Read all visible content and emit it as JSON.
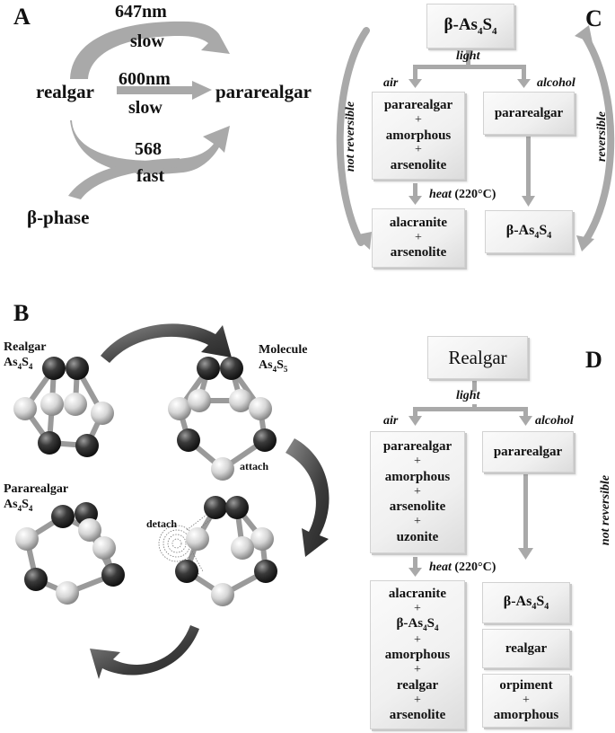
{
  "panel_labels": {
    "a": "A",
    "b": "B",
    "c": "C",
    "d": "D"
  },
  "panel_a": {
    "source_left": "realgar",
    "target": "pararealgar",
    "source_bottom": "β-phase",
    "top_arrow": {
      "wavelength": "647nm",
      "speed": "slow"
    },
    "middle_arrow": {
      "wavelength": "600nm",
      "speed": "slow"
    },
    "bottom_arrow": {
      "wavelength": "568",
      "speed": "fast"
    }
  },
  "panel_b": {
    "realgar": {
      "name": "Realgar",
      "formula": {
        "a": "As",
        "n1": "4",
        "b": "S",
        "n2": "4"
      }
    },
    "molecule": {
      "name": "Molecule",
      "formula": {
        "a": "As",
        "n1": "4",
        "b": "S",
        "n2": "5"
      }
    },
    "pararealgar": {
      "name": "Pararealgar",
      "formula": {
        "a": "As",
        "n1": "4",
        "b": "S",
        "n2": "4"
      }
    },
    "attach_label": "attach",
    "detach_label": "detach"
  },
  "panel_c": {
    "top": {
      "prefix": "β-",
      "a": "As",
      "n1": "4",
      "b": "S",
      "n2": "4"
    },
    "light": "light",
    "air": "air",
    "alcohol": "alcohol",
    "left_items": [
      "pararealgar",
      "+",
      "amorphous",
      "+",
      "arsenolite"
    ],
    "right_item": "pararealgar",
    "heat_word": "heat",
    "heat_temp": "(220°C)",
    "bottom_left_items": [
      "alacranite",
      "+",
      "arsenolite"
    ],
    "bottom_right": {
      "prefix": "β-",
      "a": "As",
      "n1": "4",
      "b": "S",
      "n2": "4"
    },
    "side_left": "not reversible",
    "side_right": "reversible"
  },
  "panel_d": {
    "top": "Realgar",
    "light": "light",
    "air": "air",
    "alcohol": "alcohol",
    "left_items": [
      "pararealgar",
      "+",
      "amorphous",
      "+",
      "arsenolite",
      "+",
      "uzonite"
    ],
    "right_item": "pararealgar",
    "heat_word": "heat",
    "heat_temp": "(220°C)",
    "bottom_left_items_1": [
      "alacranite",
      "+"
    ],
    "bottom_left_beta": {
      "prefix": "β-",
      "a": "As",
      "n1": "4",
      "b": "S",
      "n2": "4"
    },
    "bottom_left_items_2": [
      "+",
      "amorphous",
      "+",
      "realgar",
      "+",
      "arsenolite"
    ],
    "right_box_1": {
      "prefix": "β-",
      "a": "As",
      "n1": "4",
      "b": "S",
      "n2": "4"
    },
    "right_box_2": "realgar",
    "right_box_3_items": [
      "orpiment",
      "+",
      "amorphous"
    ],
    "side_right": "not reversible"
  },
  "colors": {
    "arrow_gray": "#a9a9a9",
    "curved_arrow_dark": "#505050",
    "atom_dark": "#2a2a2a",
    "atom_light": "#e4e4e4"
  }
}
